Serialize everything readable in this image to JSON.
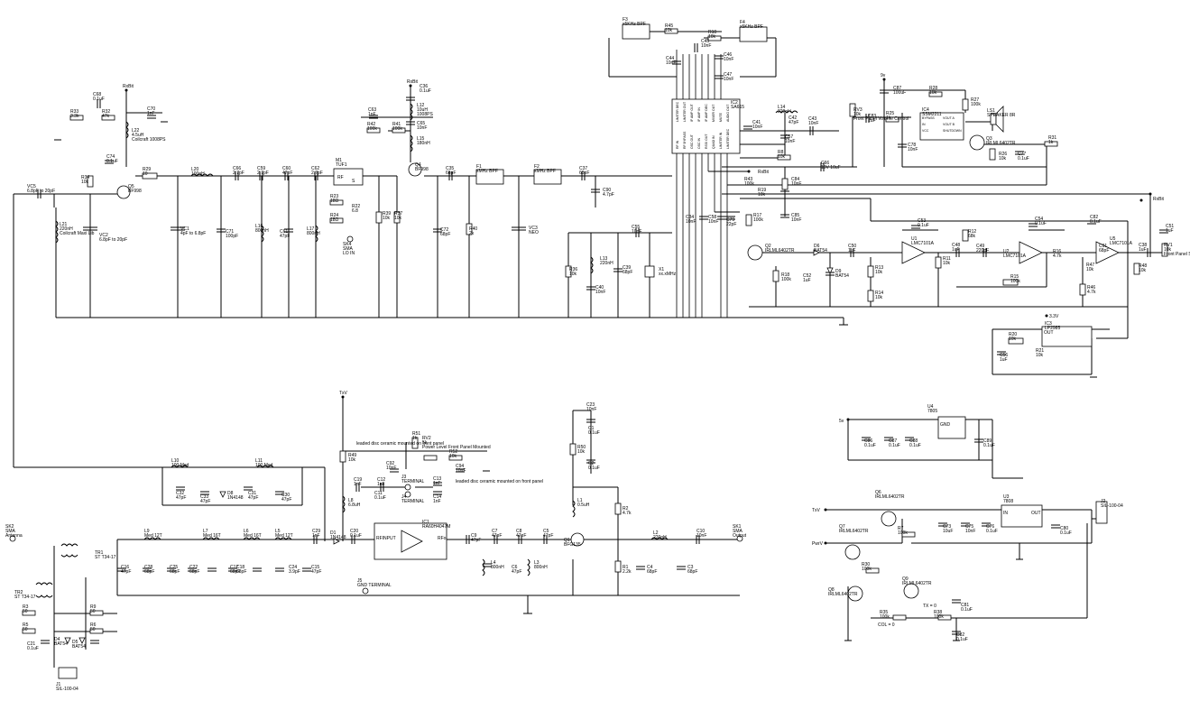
{
  "components": [
    {
      "ref": "L21",
      "value": "220nH",
      "desc": "Coilcraft Maxi Lib"
    },
    {
      "ref": "VC5",
      "value": "6.8pF to 20pF"
    },
    {
      "ref": "VC2",
      "value": "6.8pF to 20pF"
    },
    {
      "ref": "R34",
      "value": "10k"
    },
    {
      "ref": "R33",
      "value": "3.3k"
    },
    {
      "ref": "R32",
      "value": "47k"
    },
    {
      "ref": "C68",
      "value": "0.1uF"
    },
    {
      "ref": "C70",
      "value": "1nF"
    },
    {
      "ref": "C74",
      "value": "0.1uF"
    },
    {
      "ref": "L22",
      "value": "4.5uH",
      "desc": "Coilcraft 1008PS"
    },
    {
      "ref": "Q5",
      "value": "BF998"
    },
    {
      "ref": "R29",
      "value": "10"
    },
    {
      "ref": "L20",
      "value": "100nH"
    },
    {
      "ref": "C66",
      "value": "2.7pF"
    },
    {
      "ref": "C59",
      "value": "2.7pF"
    },
    {
      "ref": "C60",
      "value": "47pF"
    },
    {
      "ref": "C62",
      "value": "2.7pF"
    },
    {
      "ref": "VC1",
      "value": "4pF to 6.8pF"
    },
    {
      "ref": "C71",
      "value": "100pF"
    },
    {
      "ref": "L16",
      "value": "800nH"
    },
    {
      "ref": "C61",
      "value": "47pF"
    },
    {
      "ref": "L17",
      "value": "800nH"
    },
    {
      "ref": "M1",
      "value": "TUF1"
    },
    {
      "ref": "R23",
      "value": "18Ω"
    },
    {
      "ref": "R24",
      "value": "18Ω"
    },
    {
      "ref": "R22",
      "value": "6.8"
    },
    {
      "ref": "SK4",
      "value": "SMA",
      "desc": "LO IN"
    },
    {
      "ref": "R39",
      "value": "10k"
    },
    {
      "ref": "R37",
      "value": "10k"
    },
    {
      "ref": "C63",
      "value": "1nF"
    },
    {
      "ref": "R42",
      "value": "100k"
    },
    {
      "ref": "R41",
      "value": "100k"
    },
    {
      "ref": "C36",
      "value": "0.1uF"
    },
    {
      "ref": "L12",
      "value": "10uH",
      "desc": "1008PS"
    },
    {
      "ref": "C65",
      "value": "10nF"
    },
    {
      "ref": "L15",
      "value": "180nH"
    },
    {
      "ref": "Q4",
      "value": "BF998"
    },
    {
      "ref": "C35",
      "value": "68pF"
    },
    {
      "ref": "C72",
      "value": "68pF"
    },
    {
      "ref": "F1",
      "value": "xMHz BPF"
    },
    {
      "ref": "R40",
      "value": "2k"
    },
    {
      "ref": "F2",
      "value": "xMHz BPF"
    },
    {
      "ref": "VC3",
      "value": "NEO"
    },
    {
      "ref": "C37",
      "value": "68pF"
    },
    {
      "ref": "C90",
      "value": "4.7pF"
    },
    {
      "ref": "F3",
      "value": "x5KHz BPF"
    },
    {
      "ref": "R45",
      "value": "10k"
    },
    {
      "ref": "R10",
      "value": "10k"
    },
    {
      "ref": "F4",
      "value": "x5KHz BPF"
    },
    {
      "ref": "C44",
      "value": "10nF"
    },
    {
      "ref": "C45",
      "value": "10nF"
    },
    {
      "ref": "C46",
      "value": "10nF"
    },
    {
      "ref": "C47",
      "value": "10nF"
    },
    {
      "ref": "IC2",
      "value": "SA615"
    },
    {
      "ref": "C41",
      "value": "10nF"
    },
    {
      "ref": "L14",
      "value": "220nH"
    },
    {
      "ref": "C42",
      "value": "47pF"
    },
    {
      "ref": "C43",
      "value": "10nF"
    },
    {
      "ref": "C57",
      "value": "10nF"
    },
    {
      "ref": "R8",
      "value": "10k"
    },
    {
      "ref": "RV3",
      "value": "10k",
      "desc": "Front Panel Volume Control"
    },
    {
      "ref": "C83",
      "value": "1uF"
    },
    {
      "ref": "R25",
      "value": "1k"
    },
    {
      "ref": "C87",
      "value": "100uF"
    },
    {
      "ref": "R28",
      "value": "10k"
    },
    {
      "ref": "R27",
      "value": "100k"
    },
    {
      "ref": "IC4",
      "value": "SSM2211"
    },
    {
      "ref": "LS1",
      "value": "SPEAKER 8R"
    },
    {
      "ref": "Q3",
      "value": "IRLML6402TR"
    },
    {
      "ref": "C78",
      "value": "10nF"
    },
    {
      "ref": "R26",
      "value": "10k"
    },
    {
      "ref": "C77",
      "value": "0.1uF"
    },
    {
      "ref": "R31",
      "value": "1k"
    },
    {
      "ref": "C66b",
      "value": "10V 10uF"
    },
    {
      "ref": "R43",
      "value": "100k"
    },
    {
      "ref": "C84",
      "value": "10nF"
    },
    {
      "ref": "R19",
      "value": "10k"
    },
    {
      "ref": "C85",
      "value": "10nF"
    },
    {
      "ref": "C55",
      "value": "10nF"
    },
    {
      "ref": "C34",
      "value": "10nF"
    },
    {
      "ref": "C58",
      "value": "10nF"
    },
    {
      "ref": "C79",
      "value": "22pF"
    },
    {
      "ref": "R17",
      "value": "100k"
    },
    {
      "ref": "R36",
      "value": "10k"
    },
    {
      "ref": "L13",
      "value": "220nH"
    },
    {
      "ref": "C39",
      "value": "68pF"
    },
    {
      "ref": "X1",
      "value": "xx.xMHz"
    },
    {
      "ref": "C40",
      "value": "10nF"
    },
    {
      "ref": "Q2",
      "value": "IRLML6402TR"
    },
    {
      "ref": "D6",
      "value": "BAT54"
    },
    {
      "ref": "D9",
      "value": "BAT54"
    },
    {
      "ref": "R18",
      "value": "100k"
    },
    {
      "ref": "C52",
      "value": "1uF"
    },
    {
      "ref": "C50",
      "value": "1uF"
    },
    {
      "ref": "C53",
      "value": "0.1uF"
    },
    {
      "ref": "U1",
      "value": "LMC7101A"
    },
    {
      "ref": "R13",
      "value": "10k"
    },
    {
      "ref": "R14",
      "value": "10k"
    },
    {
      "ref": "R11",
      "value": "10k"
    },
    {
      "ref": "C48",
      "value": "1uF"
    },
    {
      "ref": "R12",
      "value": "68k"
    },
    {
      "ref": "C49",
      "value": "220pF"
    },
    {
      "ref": "U2",
      "value": "LMC7101A"
    },
    {
      "ref": "R15",
      "value": "100k"
    },
    {
      "ref": "C54",
      "value": "0.1uF"
    },
    {
      "ref": "R16",
      "value": "4.7k"
    },
    {
      "ref": "C51",
      "value": "1uF"
    },
    {
      "ref": "C82",
      "value": "0.1uF"
    },
    {
      "ref": "R47",
      "value": "10k"
    },
    {
      "ref": "R46",
      "value": "4.7k"
    },
    {
      "ref": "U5",
      "value": "LMC7101A"
    },
    {
      "ref": "C38",
      "value": "1uF"
    },
    {
      "ref": "R48",
      "value": "10k"
    },
    {
      "ref": "C91",
      "value": "68pF"
    },
    {
      "ref": "RV1",
      "value": "10k",
      "desc": "Front Panel Squelch Control"
    },
    {
      "ref": "IC3",
      "value": "LP2985"
    },
    {
      "ref": "R20",
      "value": "10k"
    },
    {
      "ref": "R21",
      "value": "10k"
    },
    {
      "ref": "C56",
      "value": "1uF"
    },
    {
      "ref": "L10",
      "value": "100 Med"
    },
    {
      "ref": "L11",
      "value": "100 Med"
    },
    {
      "ref": "C32",
      "value": "47pF"
    },
    {
      "ref": "C33",
      "value": "47pF"
    },
    {
      "ref": "D8",
      "value": "1N4148"
    },
    {
      "ref": "C31",
      "value": "47pF"
    },
    {
      "ref": "C30",
      "value": "47pF"
    },
    {
      "ref": "R49",
      "value": "10k"
    },
    {
      "ref": "L8",
      "value": "6.8uH"
    },
    {
      "ref": "C19",
      "value": "1nF"
    },
    {
      "ref": "C12",
      "value": "1nF"
    },
    {
      "ref": "C11",
      "value": "0.1uF"
    },
    {
      "ref": "C92",
      "value": "10nF"
    },
    {
      "ref": "R51",
      "value": "1k"
    },
    {
      "ref": "RV2",
      "value": "5k",
      "desc": "Power Level Front Panel Mounted"
    },
    {
      "ref": "R52",
      "value": "10k"
    },
    {
      "ref": "C94",
      "value": "10nF"
    },
    {
      "ref": "J3",
      "value": "TERMINAL"
    },
    {
      "ref": "J4",
      "value": "TERMINAL"
    },
    {
      "ref": "C13",
      "value": "1nF"
    },
    {
      "ref": "C14",
      "value": "1nF"
    },
    {
      "ref": "IC1",
      "value": "RA60H4047M"
    },
    {
      "ref": "J5",
      "value": "GND TERMINAL"
    },
    {
      "ref": "C20",
      "value": "0.1uF"
    },
    {
      "ref": "D1",
      "value": "1N4148"
    },
    {
      "ref": "C29",
      "value": "1nF"
    },
    {
      "ref": "C23",
      "value": "10nF"
    },
    {
      "ref": "R50",
      "value": "10k"
    },
    {
      "ref": "C1",
      "value": "0.1uF"
    },
    {
      "ref": "C2",
      "value": "0.1uF"
    },
    {
      "ref": "L1",
      "value": "0.5uH"
    },
    {
      "ref": "R2",
      "value": "4.7k"
    },
    {
      "ref": "R1",
      "value": "2.2k"
    },
    {
      "ref": "Q1",
      "value": "BFG135"
    },
    {
      "ref": "C4",
      "value": "68pF"
    },
    {
      "ref": "L2",
      "value": "220nH"
    },
    {
      "ref": "C10",
      "value": "10nF"
    },
    {
      "ref": "C3",
      "value": "68pF"
    },
    {
      "ref": "SK1",
      "value": "SMA",
      "desc": "Output"
    },
    {
      "ref": "C7",
      "value": "47pF"
    },
    {
      "ref": "C9",
      "value": "47pF"
    },
    {
      "ref": "C8",
      "value": "47pF"
    },
    {
      "ref": "C5",
      "value": "47pF"
    },
    {
      "ref": "C6",
      "value": "47pF"
    },
    {
      "ref": "L4",
      "value": "800nH"
    },
    {
      "ref": "L3",
      "value": "800nH"
    },
    {
      "ref": "SK2",
      "value": "SMA",
      "desc": "Antenna"
    },
    {
      "ref": "TR1",
      "value": "ST T34-17"
    },
    {
      "ref": "TR2",
      "value": "ST T34-17"
    },
    {
      "ref": "L9",
      "value": "Med 12T"
    },
    {
      "ref": "L7",
      "value": "Med 16T"
    },
    {
      "ref": "L6",
      "value": "Med 16T"
    },
    {
      "ref": "L5",
      "value": "Med 12T"
    },
    {
      "ref": "C16",
      "value": "47pF"
    },
    {
      "ref": "C28",
      "value": "68pF"
    },
    {
      "ref": "C25",
      "value": "68pF"
    },
    {
      "ref": "C18",
      "value": "68pF"
    },
    {
      "ref": "C22",
      "value": "68pF"
    },
    {
      "ref": "C17",
      "value": "68pF"
    },
    {
      "ref": "C24",
      "value": "3.9pF"
    },
    {
      "ref": "C15",
      "value": "47pF"
    },
    {
      "ref": "R3",
      "value": "50"
    },
    {
      "ref": "R5",
      "value": "50"
    },
    {
      "ref": "R9",
      "value": "50"
    },
    {
      "ref": "R6",
      "value": "50"
    },
    {
      "ref": "C21",
      "value": "0.1uF"
    },
    {
      "ref": "D4",
      "value": "BAT54"
    },
    {
      "ref": "D5",
      "value": "BAT54"
    },
    {
      "ref": "J1",
      "value": "SIL-100-04"
    },
    {
      "ref": "U4",
      "value": "7805"
    },
    {
      "ref": "C86",
      "value": "0.1uF"
    },
    {
      "ref": "C87b",
      "value": "0.1uF"
    },
    {
      "ref": "C88",
      "value": "0.1uF"
    },
    {
      "ref": "C89",
      "value": "0.1uF"
    },
    {
      "ref": "Q6",
      "value": "IRLML6402TR"
    },
    {
      "ref": "Q7",
      "value": "IRLML6402TR"
    },
    {
      "ref": "Q8",
      "value": "IRLML6402TR"
    },
    {
      "ref": "Q9",
      "value": "IRLML6402TR"
    },
    {
      "ref": "R7",
      "value": "100k"
    },
    {
      "ref": "R30",
      "value": "100k"
    },
    {
      "ref": "C73",
      "value": "10uF"
    },
    {
      "ref": "C75",
      "value": "10nF"
    },
    {
      "ref": "C76",
      "value": "0.1uF"
    },
    {
      "ref": "U3",
      "value": "7808"
    },
    {
      "ref": "C80",
      "value": "0.1uF"
    },
    {
      "ref": "C81",
      "value": "0.1uF"
    },
    {
      "ref": "R35",
      "value": "100k"
    },
    {
      "ref": "R38",
      "value": "100k"
    },
    {
      "ref": "C82b",
      "value": "0.1uF"
    },
    {
      "ref": "J2",
      "value": "SIL-100-04"
    }
  ],
  "nets": {
    "rx_v": "RxBit",
    "tx_v": "TxV",
    "v9": "9v",
    "v5": "5v",
    "v33": "3.3V",
    "pwr": "PwrV",
    "rxbit2": "RxBit",
    "txv2": "TxV",
    "col": "COL = 0",
    "tx": "TX = 0"
  },
  "notes": {
    "rv2_note": "leaded disc ceramic mounted on front panel",
    "c92_note": "leaded disc ceramic mounted on front panel"
  },
  "pins": {
    "m1_rf": "RF",
    "m1_s": "S",
    "u_gnd": "GND",
    "u_in": "IN",
    "u_out": "OUT",
    "ic1_in": "RFINPUT",
    "ic1_out": "RFo",
    "ic2_pins": [
      "RF IN",
      "RF BYPASS",
      "OSC OUT",
      "OSC IN",
      "RSSI OUT",
      "QUAD IN",
      "LIMITER IN",
      "LIMITER DEC",
      "LIMITER DEC",
      "LIMITER OUT",
      "IF AMP OUT",
      "IF AMP IN",
      "IF AMP DEC",
      "MIXER OUT",
      "MUTE",
      "AUDIO OUT"
    ],
    "ic4_pins": [
      "VOUT A",
      "VOUT B",
      "SHUTDOWN",
      "BYPASS",
      "IN",
      "VCC"
    ]
  }
}
